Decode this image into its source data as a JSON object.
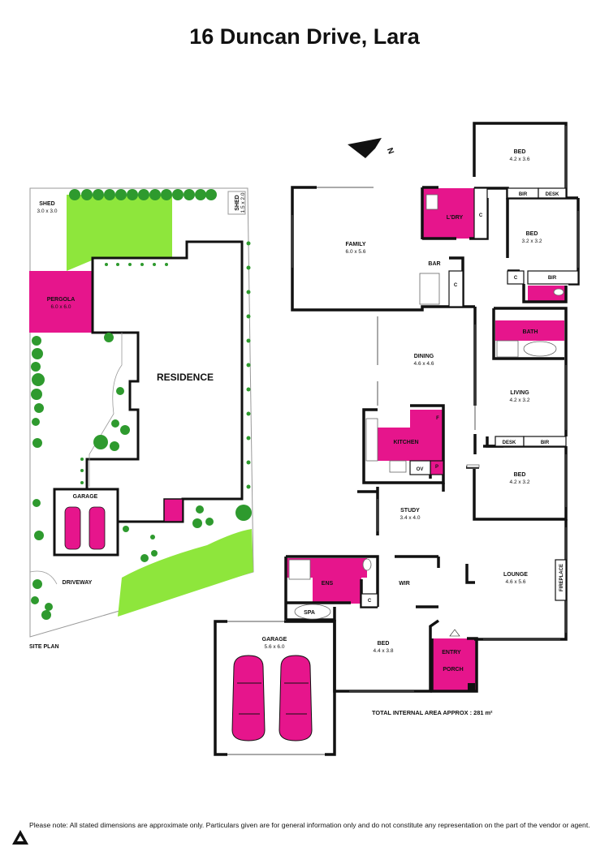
{
  "title": "16 Duncan Drive, Lara",
  "site_plan": {
    "label": "SITE PLAN",
    "shed1": {
      "name": "SHED",
      "dims": "3.0 x 3.0"
    },
    "shed2": {
      "name": "SHED",
      "dims": "1.5 x 2.0"
    },
    "pergola": {
      "name": "PERGOLA",
      "dims": "6.0 x 6.0"
    },
    "residence": "RESIDENCE",
    "garage": "GARAGE",
    "driveway": "DRIVEWAY"
  },
  "rooms": {
    "bed1": {
      "name": "BED",
      "dims": "4.2 x 3.6"
    },
    "bed2": {
      "name": "BED",
      "dims": "3.2 x 3.2"
    },
    "bed3": {
      "name": "BED",
      "dims": "4.2 x 3.2"
    },
    "bed4": {
      "name": "BED",
      "dims": "4.4 x 3.8"
    },
    "family": {
      "name": "FAMILY",
      "dims": "6.0 x 5.6"
    },
    "dining": {
      "name": "DINING",
      "dims": "4.6 x 4.6"
    },
    "living": {
      "name": "LIVING",
      "dims": "4.2 x 3.2"
    },
    "study": {
      "name": "STUDY",
      "dims": "3.4 x 4.0"
    },
    "lounge": {
      "name": "LOUNGE",
      "dims": "4.6 x 5.6"
    },
    "garage": {
      "name": "GARAGE",
      "dims": "5.6 x 6.0"
    },
    "laundry": "L'DRY",
    "bar": "BAR",
    "bath": "BATH",
    "kitchen": "KITCHEN",
    "ens": "ENS",
    "wir": "WIR",
    "spa": "SPA",
    "entry": "ENTRY",
    "porch": "PORCH",
    "fireplace": "FIREPLACE",
    "bir": "BIR",
    "desk": "DESK",
    "c": "C",
    "f": "F",
    "p": "P",
    "ov": "OV"
  },
  "total_area": "TOTAL INTERNAL AREA APPROX : 281 m²",
  "compass": "N",
  "disclaimer": "Please note: All stated dimensions are approximate only. Particulars given are for general information only and do not constitute any representation on the part of the vendor or agent.",
  "colors": {
    "highlight": "#e6158c",
    "lawn": "#8ee63c",
    "tree": "#2e9a2e",
    "wall": "#111111"
  }
}
